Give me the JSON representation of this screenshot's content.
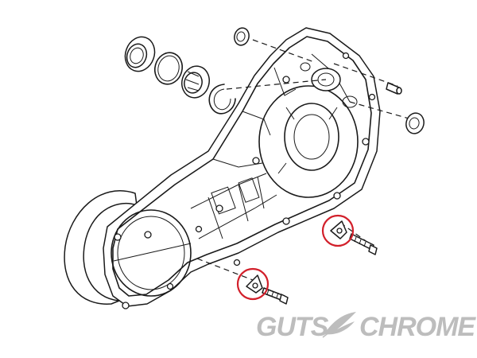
{
  "watermark": {
    "left_word": "GUTS",
    "right_word": "CHROME",
    "color": "#bdbdbd"
  },
  "highlight": {
    "color": "#d21f2a"
  },
  "icons": [
    "seal-ring",
    "retaining-ring",
    "bearing",
    "snap-ring",
    "dowel-pin",
    "bushing",
    "bolt",
    "washer-clip",
    "feather-logo"
  ]
}
